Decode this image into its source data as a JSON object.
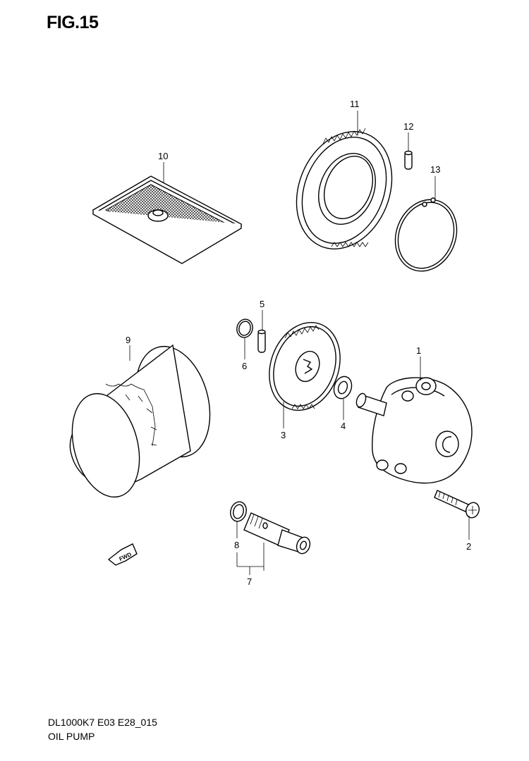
{
  "figure": {
    "title": "FIG.15",
    "code": "DL1000K7 E03 E28_015",
    "name": "OIL PUMP"
  },
  "callouts": {
    "c1": "1",
    "c2": "2",
    "c3": "3",
    "c4": "4",
    "c5": "5",
    "c6": "6",
    "c7": "7",
    "c8": "8",
    "c9": "9",
    "c10": "10",
    "c11": "11",
    "c12": "12",
    "c13": "13"
  },
  "direction_marker": "FWD"
}
